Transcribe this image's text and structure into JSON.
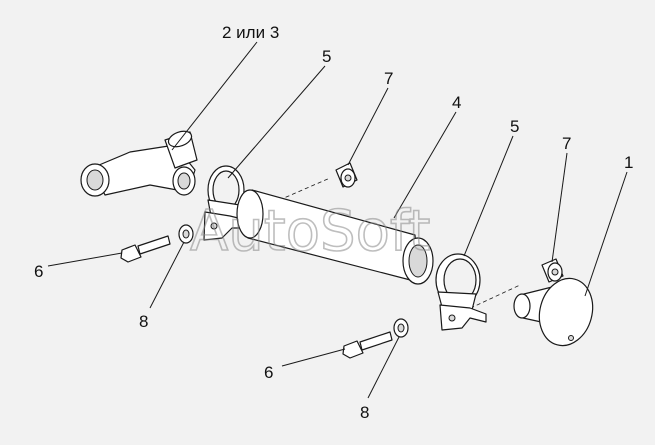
{
  "watermark": "AutoSoft",
  "callouts": {
    "c1": "1",
    "c23": "2 или 3",
    "c4": "4",
    "c5a": "5",
    "c5b": "5",
    "c6a": "6",
    "c6b": "6",
    "c7a": "7",
    "c7b": "7",
    "c8a": "8",
    "c8b": "8"
  }
}
